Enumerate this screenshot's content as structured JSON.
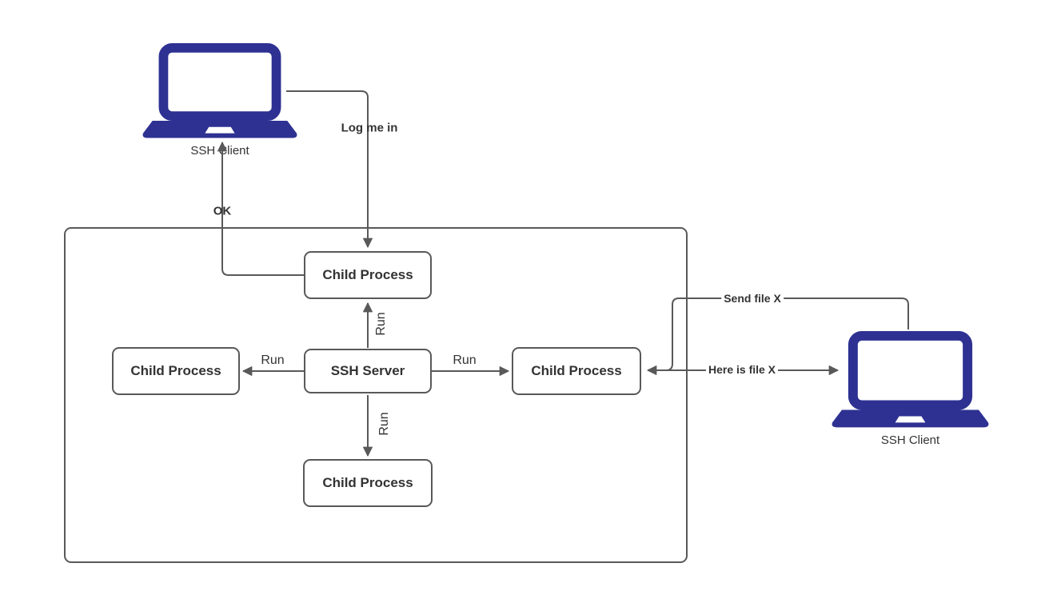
{
  "diagram": {
    "nodes": {
      "ssh_server": "SSH Server",
      "child_top": "Child Process",
      "child_left": "Child Process",
      "child_right": "Child Process",
      "child_bottom": "Child Process",
      "client_left": "SSH Client",
      "client_right": "SSH Client"
    },
    "edge_labels": {
      "log_me_in": "Log me in",
      "ok": "OK",
      "run_top": "Run",
      "run_left": "Run",
      "run_right": "Run",
      "run_bottom": "Run",
      "send_file": "Send file X",
      "here_is_file": "Here is file X"
    },
    "colors": {
      "laptop_fill": "#2e3192",
      "line": "#595959",
      "box_border": "#595959",
      "label_text": "#333333"
    }
  }
}
